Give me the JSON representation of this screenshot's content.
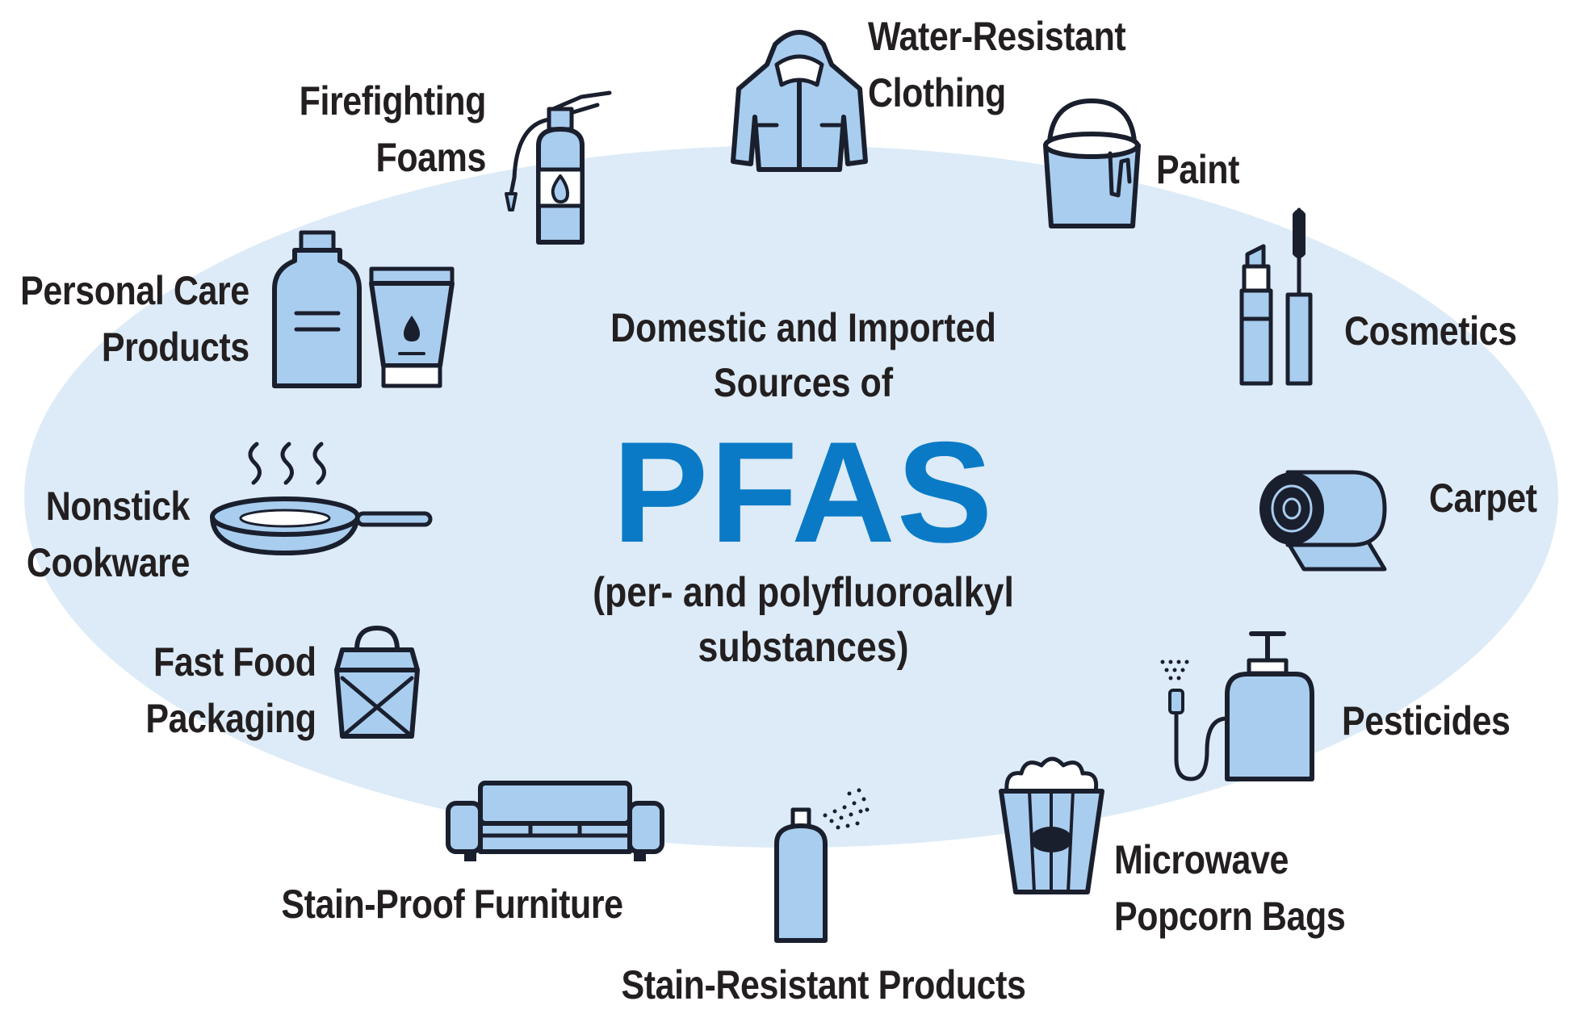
{
  "center": {
    "intro_line1": "Domestic and Imported",
    "intro_line2": "Sources of",
    "acronym": "PFAS",
    "sub_line1": "(per- and polyfluoroalkyl",
    "sub_line2": "substances)"
  },
  "sources": {
    "water_resistant_clothing": {
      "line1": "Water-Resistant",
      "line2": "Clothing",
      "icon": "jacket-icon"
    },
    "paint": {
      "line1": "Paint",
      "icon": "paint-can-icon"
    },
    "cosmetics": {
      "line1": "Cosmetics",
      "icon": "lipstick-mascara-icon"
    },
    "carpet": {
      "line1": "Carpet",
      "icon": "carpet-roll-icon"
    },
    "pesticides": {
      "line1": "Pesticides",
      "icon": "sprayer-icon"
    },
    "microwave_popcorn_bags": {
      "line1": "Microwave",
      "line2": "Popcorn Bags",
      "icon": "popcorn-icon"
    },
    "stain_resistant_products": {
      "line1": "Stain-Resistant Products",
      "icon": "spray-can-icon"
    },
    "stain_proof_furniture": {
      "line1": "Stain-Proof Furniture",
      "icon": "sofa-icon"
    },
    "fast_food_packaging": {
      "line1": "Fast Food",
      "line2": "Packaging",
      "icon": "takeout-box-icon"
    },
    "nonstick_cookware": {
      "line1": "Nonstick",
      "line2": "Cookware",
      "icon": "frying-pan-icon"
    },
    "personal_care_products": {
      "line1": "Personal Care",
      "line2": "Products",
      "icon": "bottles-icon"
    },
    "firefighting_foams": {
      "line1": "Firefighting",
      "line2": "Foams",
      "icon": "fire-extinguisher-icon"
    }
  },
  "colors": {
    "ellipse_fill": "#dcebf7",
    "icon_fill": "#a9cdee",
    "icon_stroke": "#1a1f2e",
    "accent_blue": "#0a7ac6",
    "text": "#231f20"
  }
}
